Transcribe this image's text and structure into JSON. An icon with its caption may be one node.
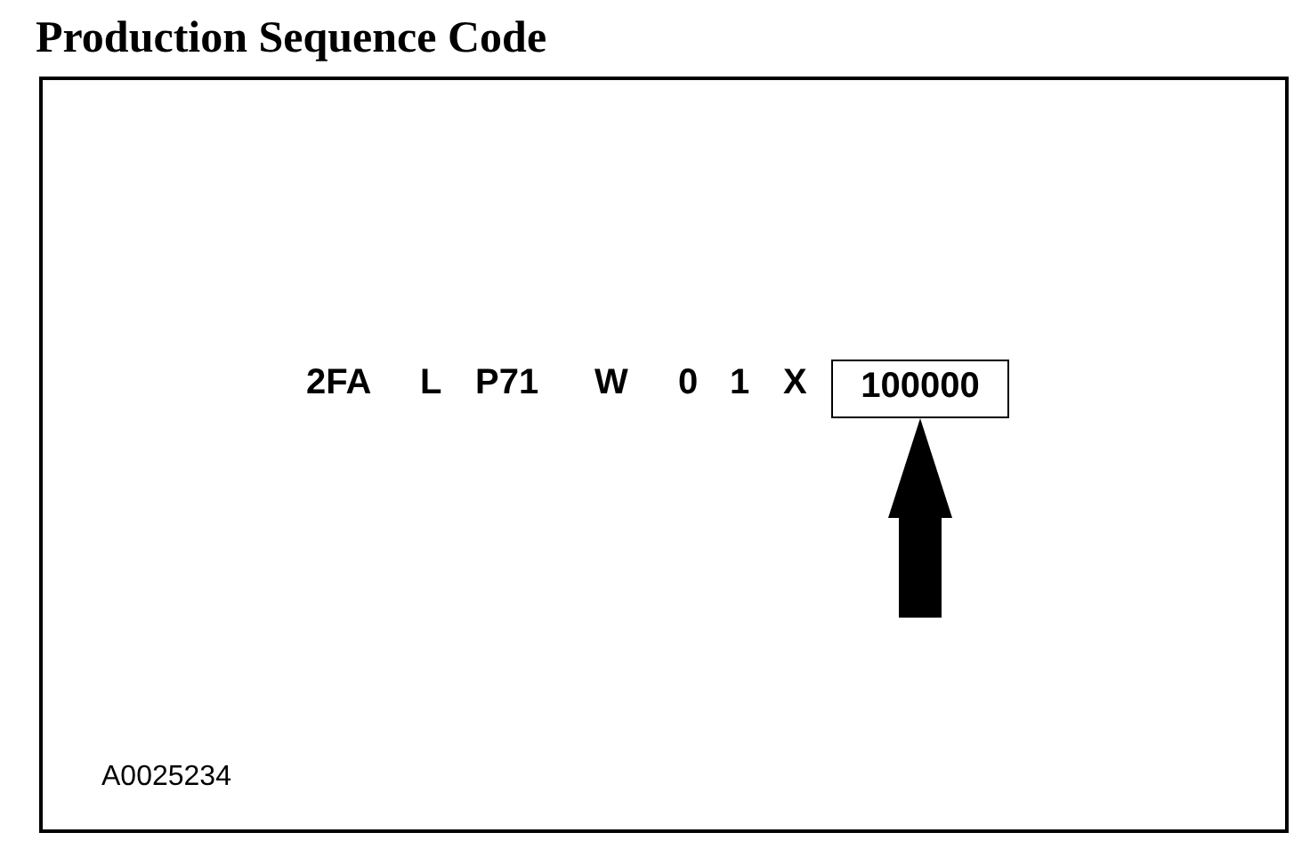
{
  "diagram": {
    "title": "Production Sequence Code",
    "nodes": [
      {
        "text": [],
        "shape": "box"
      },
      {
        "text": [
          "100000"
        ],
        "in": 0
      }
    ],
    "edges": [
      {
        "from": null,
        "to": 1,
        "arrow": "to"
      }
    ],
    "labels": [
      "2FA",
      "L",
      "P71",
      "W",
      "0",
      "1",
      "X",
      "A0025234"
    ]
  }
}
